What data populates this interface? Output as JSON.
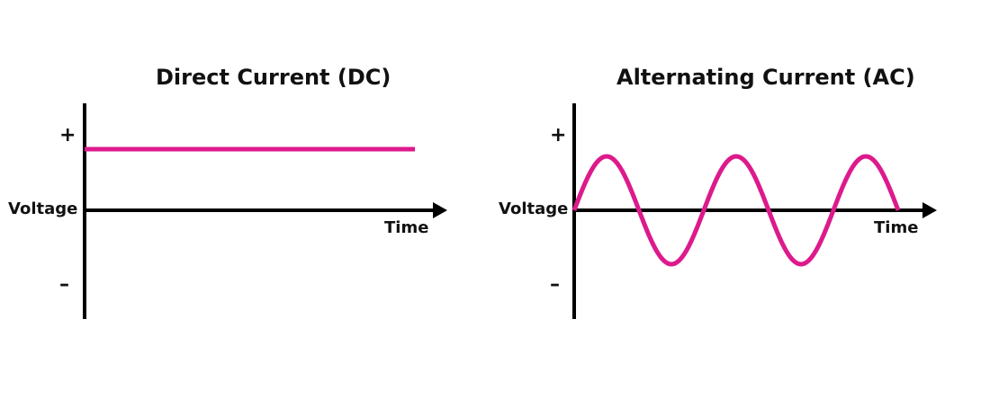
{
  "colors": {
    "signal": "#dd1a8c",
    "axis": "#000000",
    "text": "#111111",
    "background": "#ffffff"
  },
  "dc": {
    "title": "Direct Current (DC)",
    "ylabel": "Voltage",
    "xlabel": "Time",
    "plus": "+",
    "minus": "–",
    "signal": {
      "shape": "constant",
      "level": 1
    }
  },
  "ac": {
    "title": "Alternating Current (AC)",
    "ylabel": "Voltage",
    "xlabel": "Time",
    "plus": "+",
    "minus": "–",
    "signal": {
      "shape": "sine",
      "cycles": 2.5,
      "amplitude": 1
    }
  }
}
